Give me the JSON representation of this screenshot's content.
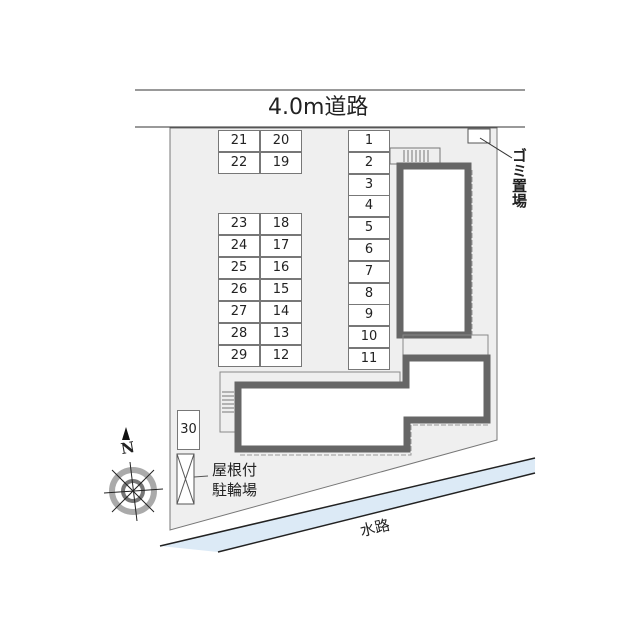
{
  "road_label": "4.0m道路",
  "garbage_label": "ゴミ置場",
  "bike_label_line1": "屋根付",
  "bike_label_line2": "駐輪場",
  "waterway_label": "水路",
  "compass_label": "N",
  "parking_left_pairs": [
    [
      "21",
      "20"
    ],
    [
      "22",
      "19"
    ]
  ],
  "parking_left_block": [
    [
      "23",
      "18"
    ],
    [
      "24",
      "17"
    ],
    [
      "25",
      "16"
    ],
    [
      "26",
      "15"
    ],
    [
      "27",
      "14"
    ],
    [
      "28",
      "13"
    ],
    [
      "29",
      "12"
    ]
  ],
  "parking_column": [
    "1",
    "2",
    "3",
    "4",
    "5",
    "6",
    "7",
    "8",
    "9",
    "10",
    "11"
  ],
  "parking_extra": "30",
  "colors": {
    "lot": "#efefef",
    "building_wall": "#666666",
    "water": "#dceaf6"
  }
}
